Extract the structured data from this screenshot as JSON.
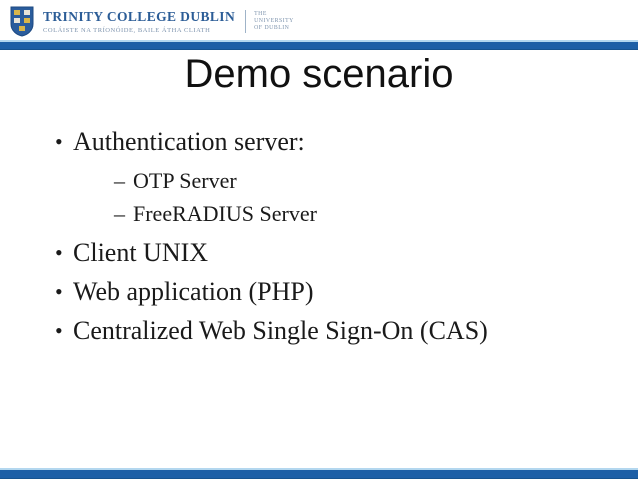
{
  "header": {
    "institution": "TRINITY COLLEGE DUBLIN",
    "institution_irish": "COLÁISTE NA TRÍONÓIDE, BAILE ÁTHA CLIATH",
    "university_lines": [
      "THE",
      "UNIVERSITY",
      "OF DUBLIN"
    ],
    "crest_icon": "trinity-college-crest"
  },
  "title": "Demo scenario",
  "markers": {
    "bullet": "•",
    "dash": "–"
  },
  "bullets": [
    {
      "level": 1,
      "text": "Authentication server:"
    },
    {
      "level": 2,
      "text": "OTP Server"
    },
    {
      "level": 2,
      "text": "FreeRADIUS Server"
    },
    {
      "level": 1,
      "text": "Client UNIX"
    },
    {
      "level": 1,
      "text": "Web application (PHP)"
    },
    {
      "level": 1,
      "text": "Centralized Web Single Sign-On (CAS)"
    }
  ],
  "colors": {
    "bar_blue": "#1d5fa6",
    "bar_light_blue": "#b3d7ef",
    "bar_dark_edge": "#17538f",
    "logo_blue": "#2a5c9c",
    "logo_gold": "#d9b64a",
    "wordmark_blue": "#2c5d97",
    "wordmark_muted": "#7d93ad",
    "body_text": "#1a1a1a"
  }
}
